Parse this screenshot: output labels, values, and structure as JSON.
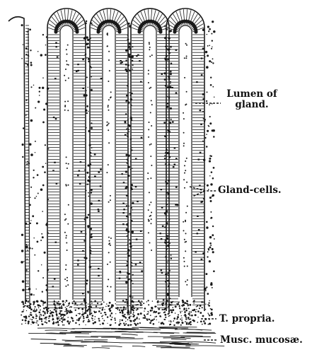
{
  "figure": {
    "labels": {
      "lumen_line1": "Lumen of",
      "lumen_line2": "gland.",
      "gland_cells": "Gland-cells.",
      "t_propria": "T. propria.",
      "musc_mucosae": "Musc. mucosæ."
    },
    "ink_color": "#1a1a1a",
    "paper_color": "#ffffff"
  }
}
